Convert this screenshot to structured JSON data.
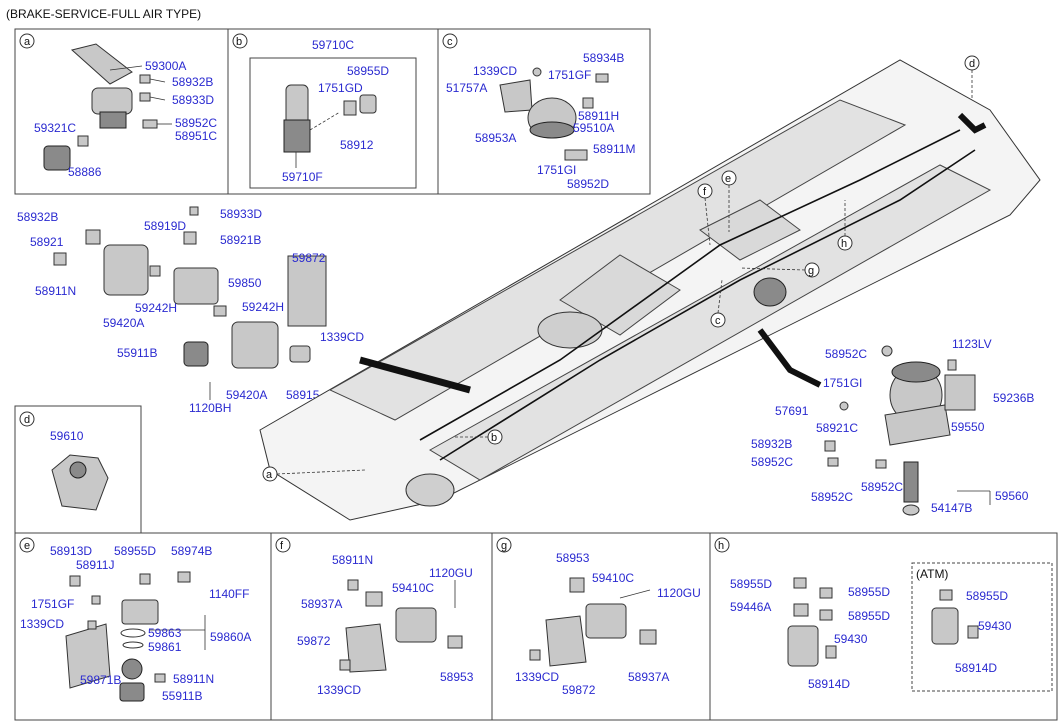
{
  "title": "(BRAKE-SERVICE-FULL AIR TYPE)",
  "sections": {
    "a": {
      "letter": "a",
      "labels": [
        "59300A",
        "58932B",
        "58933D",
        "59321C",
        "58952C",
        "58951C",
        "58886"
      ]
    },
    "b": {
      "letter": "b",
      "labels": [
        "59710C",
        "58955D",
        "1751GD",
        "58912",
        "59710F"
      ]
    },
    "c": {
      "letter": "c",
      "labels": [
        "58934B",
        "1339CD",
        "1751GF",
        "51757A",
        "58911H",
        "58953A",
        "59510A",
        "58911M",
        "1751GI",
        "58952D"
      ]
    },
    "mid": {
      "labels": [
        "58932B",
        "58933D",
        "58921",
        "58919D",
        "58921B",
        "58911N",
        "59850",
        "59872",
        "59242H",
        "59242H",
        "59420A",
        "1339CD",
        "55911B",
        "59420A",
        "1120BH",
        "58915"
      ]
    },
    "d": {
      "letter": "d",
      "labels": [
        "59610"
      ]
    },
    "right": {
      "labels": [
        "58952C",
        "1123LV",
        "1751GI",
        "59236B",
        "57691",
        "58921C",
        "59550",
        "58932B",
        "58952C",
        "58952C",
        "58952C",
        "59560",
        "54147B"
      ]
    },
    "e": {
      "letter": "e",
      "labels": [
        "58913D",
        "58955D",
        "58974B",
        "58911J",
        "1751GF",
        "1140FF",
        "59863",
        "1339CD",
        "59861",
        "59860A",
        "59871B",
        "58911N",
        "55911B"
      ]
    },
    "f": {
      "letter": "f",
      "labels": [
        "58911N",
        "1120GU",
        "59410C",
        "58937A",
        "59872",
        "1339CD",
        "58953"
      ]
    },
    "g": {
      "letter": "g",
      "labels": [
        "58953",
        "59410C",
        "1120GU",
        "1339CD",
        "59872",
        "58937A"
      ]
    },
    "h": {
      "letter": "h",
      "atm": "(ATM)",
      "labels": [
        "58955D",
        "58955D",
        "59446A",
        "58955D",
        "59430",
        "58914D",
        "58955D",
        "59430",
        "58914D"
      ]
    },
    "chassis_callouts": [
      "a",
      "b",
      "c",
      "d",
      "e",
      "f",
      "g",
      "h"
    ]
  }
}
